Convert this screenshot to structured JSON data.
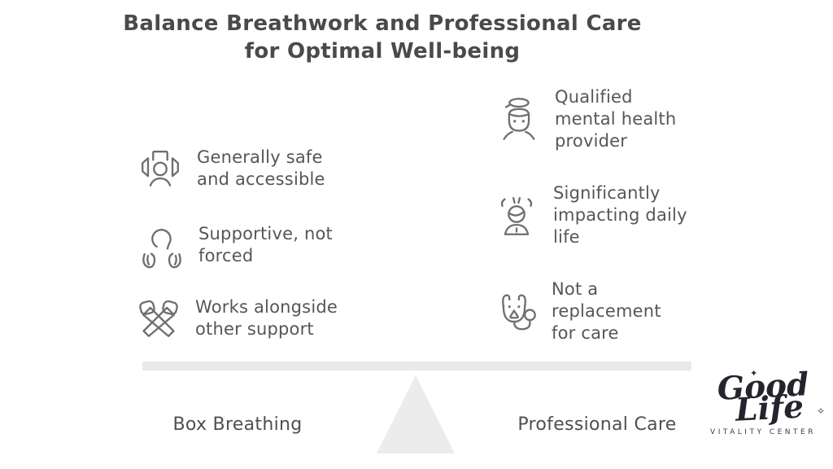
{
  "title": "Balance Breathwork and Professional Care\nfor Optimal Well-being",
  "breathwork_column": {
    "items": [
      {
        "icon": "audience-person-icon",
        "text": "Generally safe\nand accessible"
      },
      {
        "icon": "head-in-hands-icon",
        "text": "Supportive, not\nforced"
      },
      {
        "icon": "crossed-arms-icon",
        "text": "Works alongside\nother support"
      }
    ]
  },
  "care_column": {
    "items": [
      {
        "icon": "provider-person-icon",
        "text": "Qualified\nmental health\nprovider"
      },
      {
        "icon": "stressed-person-icon",
        "text": "Significantly\nimpacting daily\nlife"
      },
      {
        "icon": "stethoscope-icon",
        "text": "Not a\nreplacement\nfor care"
      }
    ]
  },
  "seesaw": {
    "left_label": "Box Breathing",
    "right_label": "Professional Care"
  },
  "logo": {
    "word1": "Good",
    "word2": "Life",
    "subtitle": "VITALITY CENTER",
    "sparkle": "✦",
    "sparkle2": "✧"
  },
  "colors": {
    "heading_text": "#4a4a4a",
    "body_text": "#565656",
    "icon_stroke": "#6f6f6f",
    "beam": "#e9e9e9",
    "fulcrum": "#ececec",
    "logo_text": "#23242c",
    "background": "#ffffff"
  }
}
